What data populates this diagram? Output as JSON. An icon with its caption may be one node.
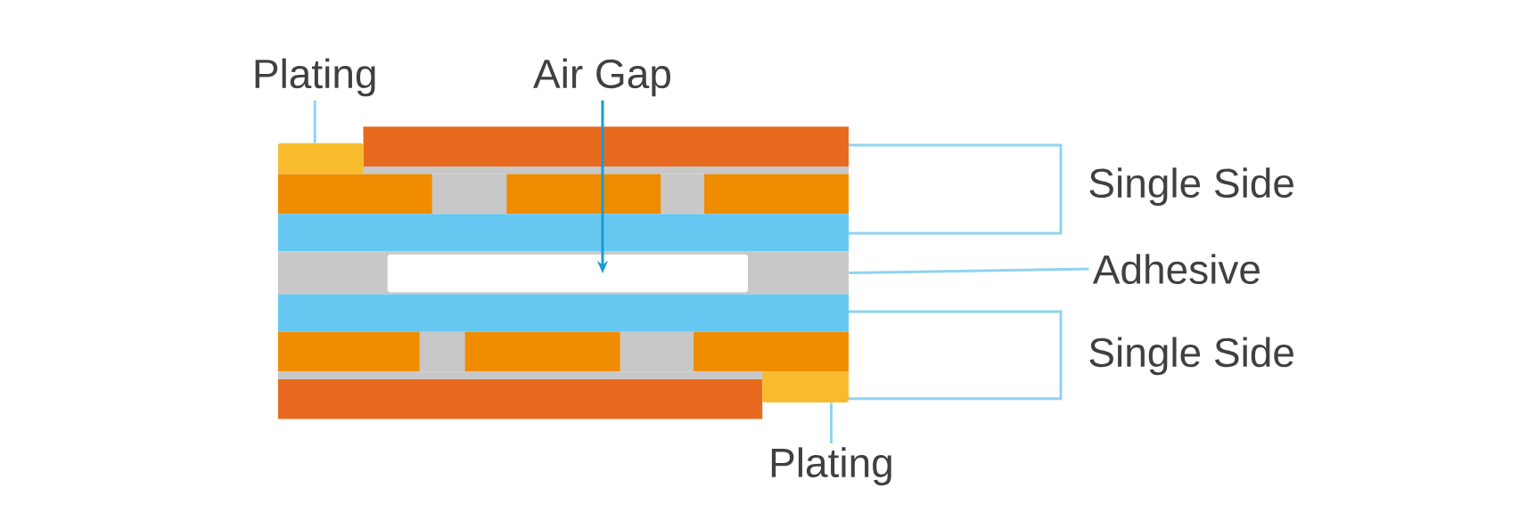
{
  "diagram": {
    "nodes": [
      {
        "text": [
          "Plating"
        ]
      },
      {
        "text": [],
        "shape": "box"
      },
      {
        "text": [
          "Air Gap"
        ]
      },
      {
        "text": [],
        "shape": "bar"
      },
      {
        "text": [],
        "shape": "box",
        "in": 3
      },
      {
        "text": [
          "Adhesive"
        ]
      },
      {
        "text": [
          "Plating"
        ]
      },
      {
        "text": [],
        "shape": "box"
      }
    ],
    "edges": [
      {
        "from": 0,
        "to": 1,
        "arrow": "none"
      },
      {
        "from": 2,
        "to": 4,
        "arrow": "to",
        "color": "#1a9bd7"
      },
      {
        "from": 5,
        "to": 3,
        "arrow": "none"
      },
      {
        "from": 6,
        "to": 7,
        "arrow": "none"
      }
    ],
    "labels": [
      "Single Side",
      "Single Side"
    ]
  }
}
